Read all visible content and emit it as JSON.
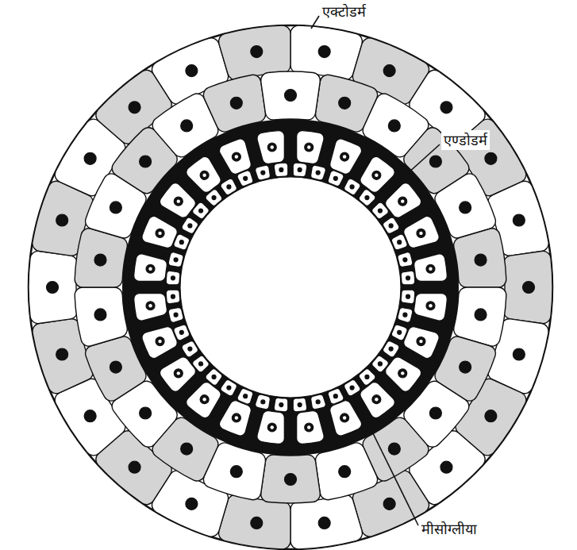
{
  "diagram": {
    "labels": [
      "एक्टोडर्म",
      "एण्डोडर्म",
      "मीसोग्लीया"
    ]
  }
}
